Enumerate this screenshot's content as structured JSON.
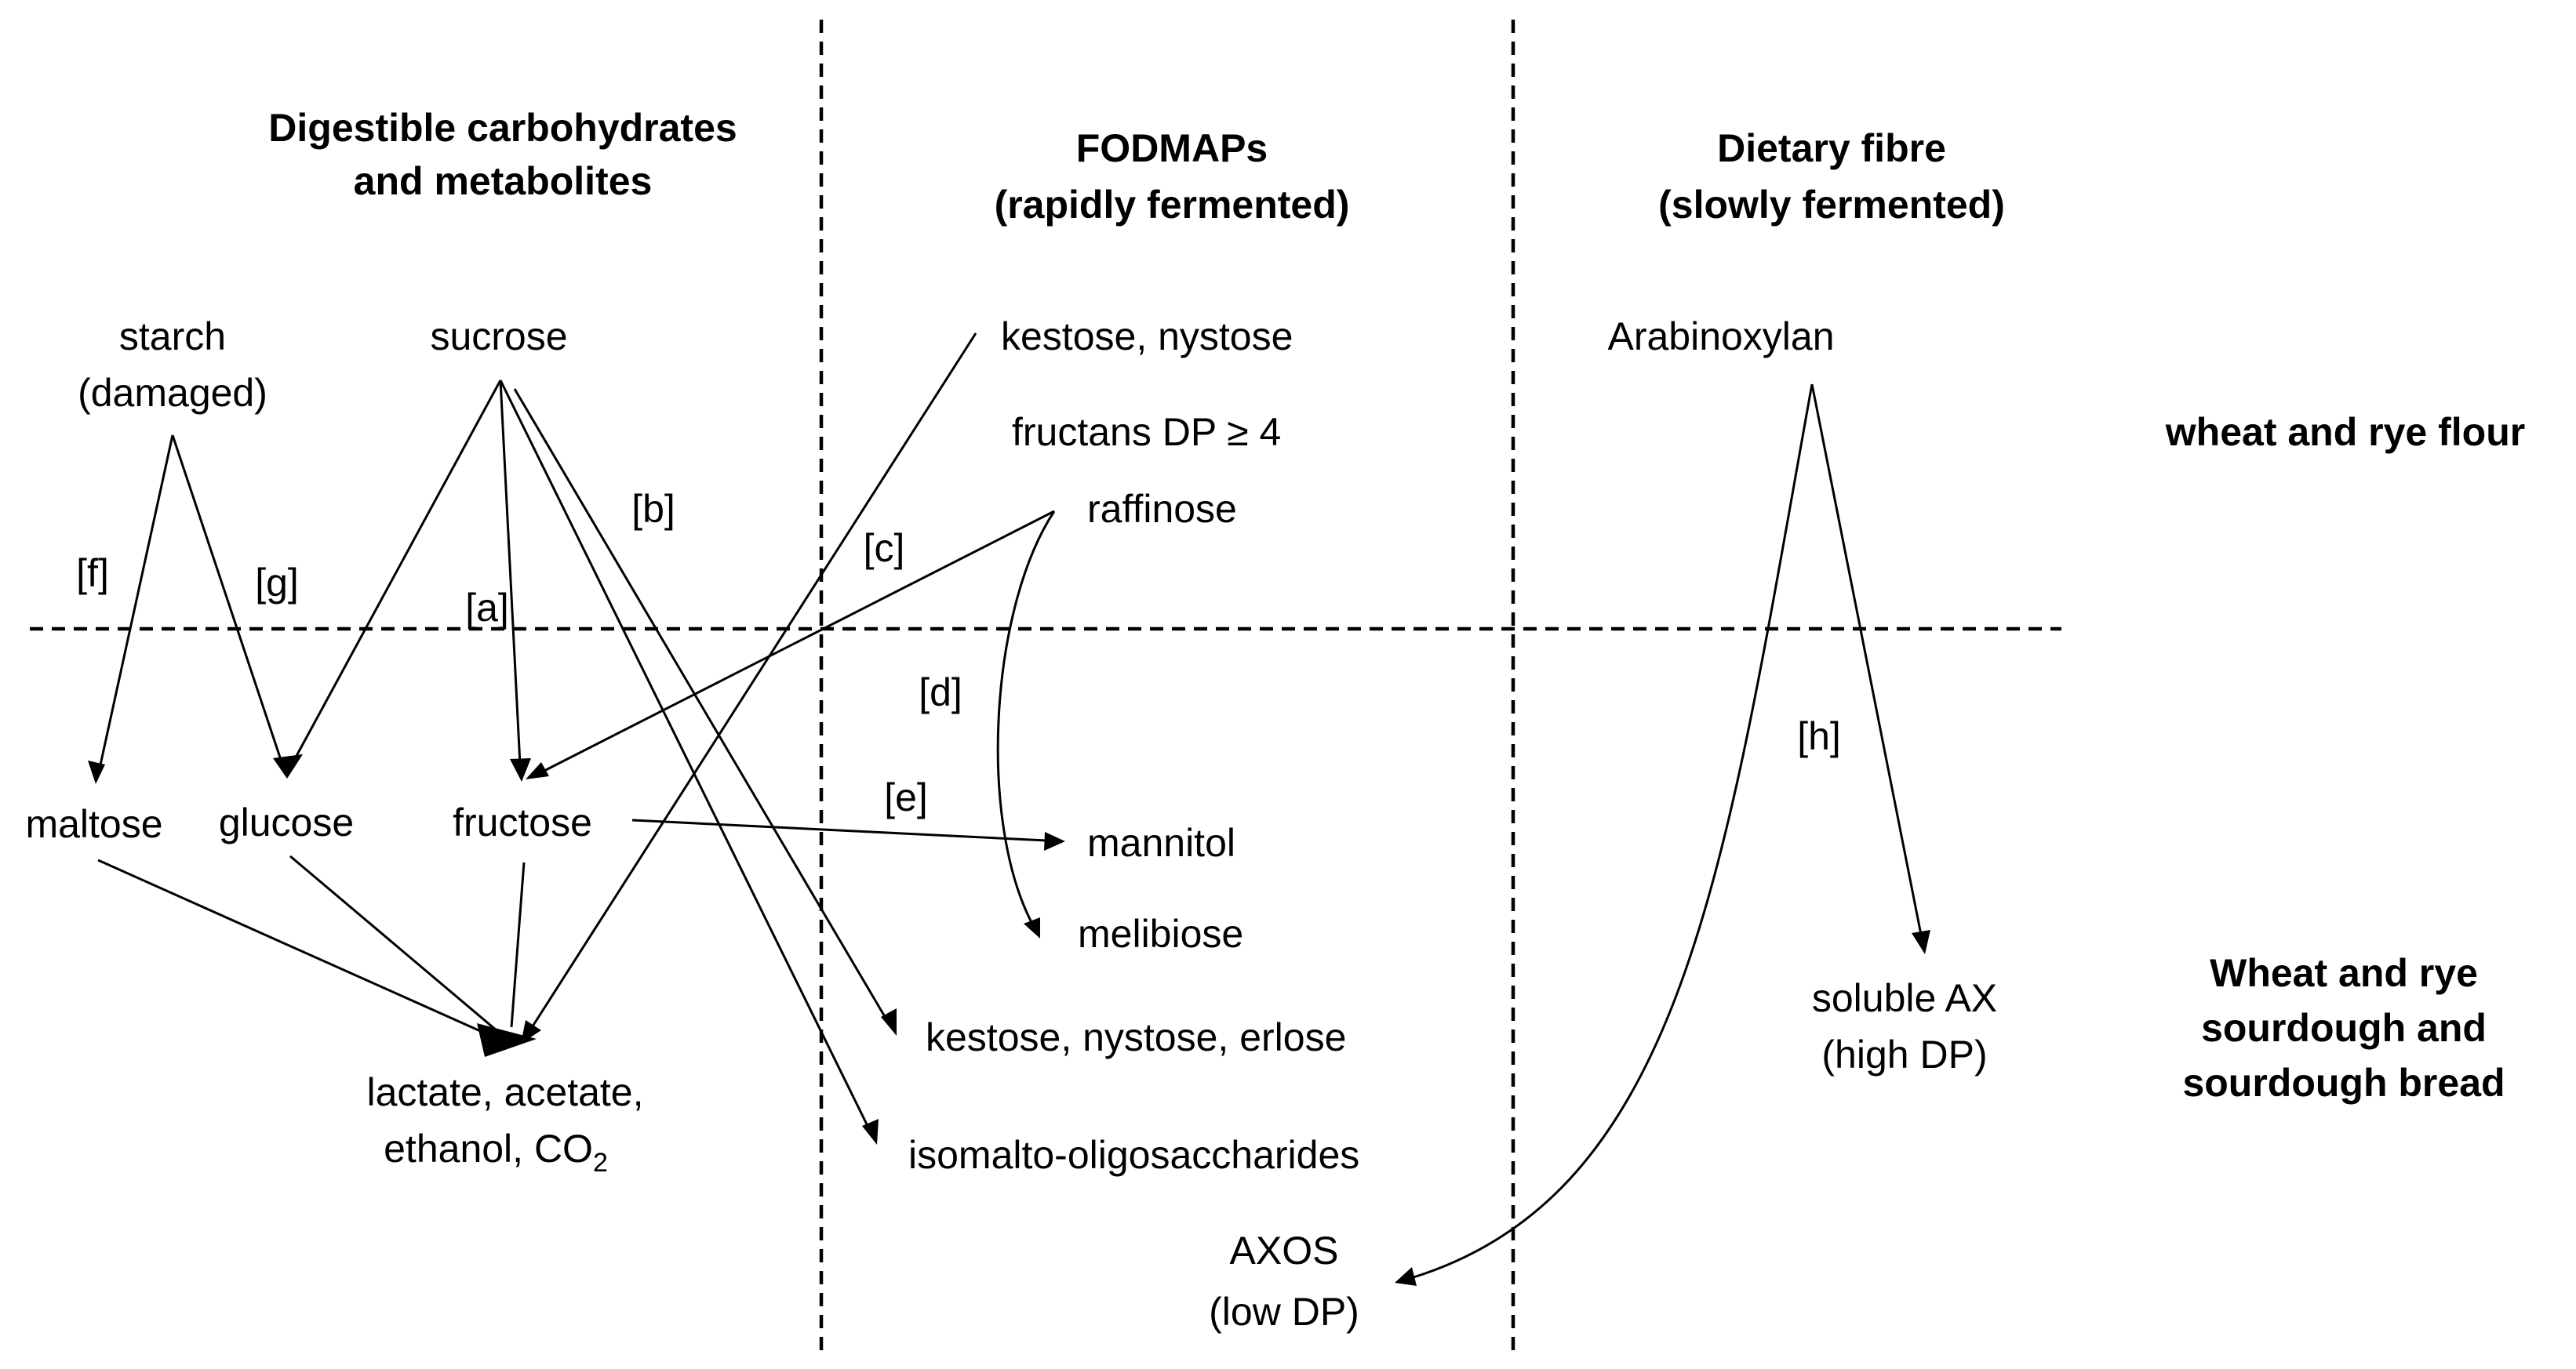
{
  "headers": {
    "digestible_l1": "Digestible carbohydrates",
    "digestible_l2": "and metabolites",
    "fodmaps_l1": "FODMAPs",
    "fodmaps_l2": "(rapidly fermented)",
    "fibre_l1": "Dietary fibre",
    "fibre_l2": "(slowly fermented)"
  },
  "row_labels": {
    "flour": "wheat and rye flour",
    "sourdough_l1": "Wheat and rye",
    "sourdough_l2": "sourdough and",
    "sourdough_l3": "sourdough bread"
  },
  "compounds": {
    "starch_l1": "starch",
    "starch_l2": "(damaged)",
    "sucrose": "sucrose",
    "kestose_nystose": "kestose, nystose",
    "fructans": "fructans DP ≥ 4",
    "raffinose": "raffinose",
    "arabinoxylan": "Arabinoxylan",
    "maltose": "maltose",
    "glucose": "glucose",
    "fructose": "fructose",
    "mannitol": "mannitol",
    "melibiose": "melibiose",
    "kestose_nystose_erlose": "kestose, nystose, erlose",
    "isomalto": "isomalto-oligosaccharides",
    "products_l1": "lactate, acetate,",
    "products_l2_prefix": "ethanol, CO",
    "products_l2_sub": "2",
    "soluble_ax_l1": "soluble AX",
    "soluble_ax_l2": "(high DP)",
    "axos_l1": "AXOS",
    "axos_l2": "(low DP)"
  },
  "reaction_labels": {
    "a": "[a]",
    "b": "[b]",
    "c": "[c]",
    "d": "[d]",
    "e": "[e]",
    "f": "[f]",
    "g": "[g]",
    "h": "[h]"
  }
}
